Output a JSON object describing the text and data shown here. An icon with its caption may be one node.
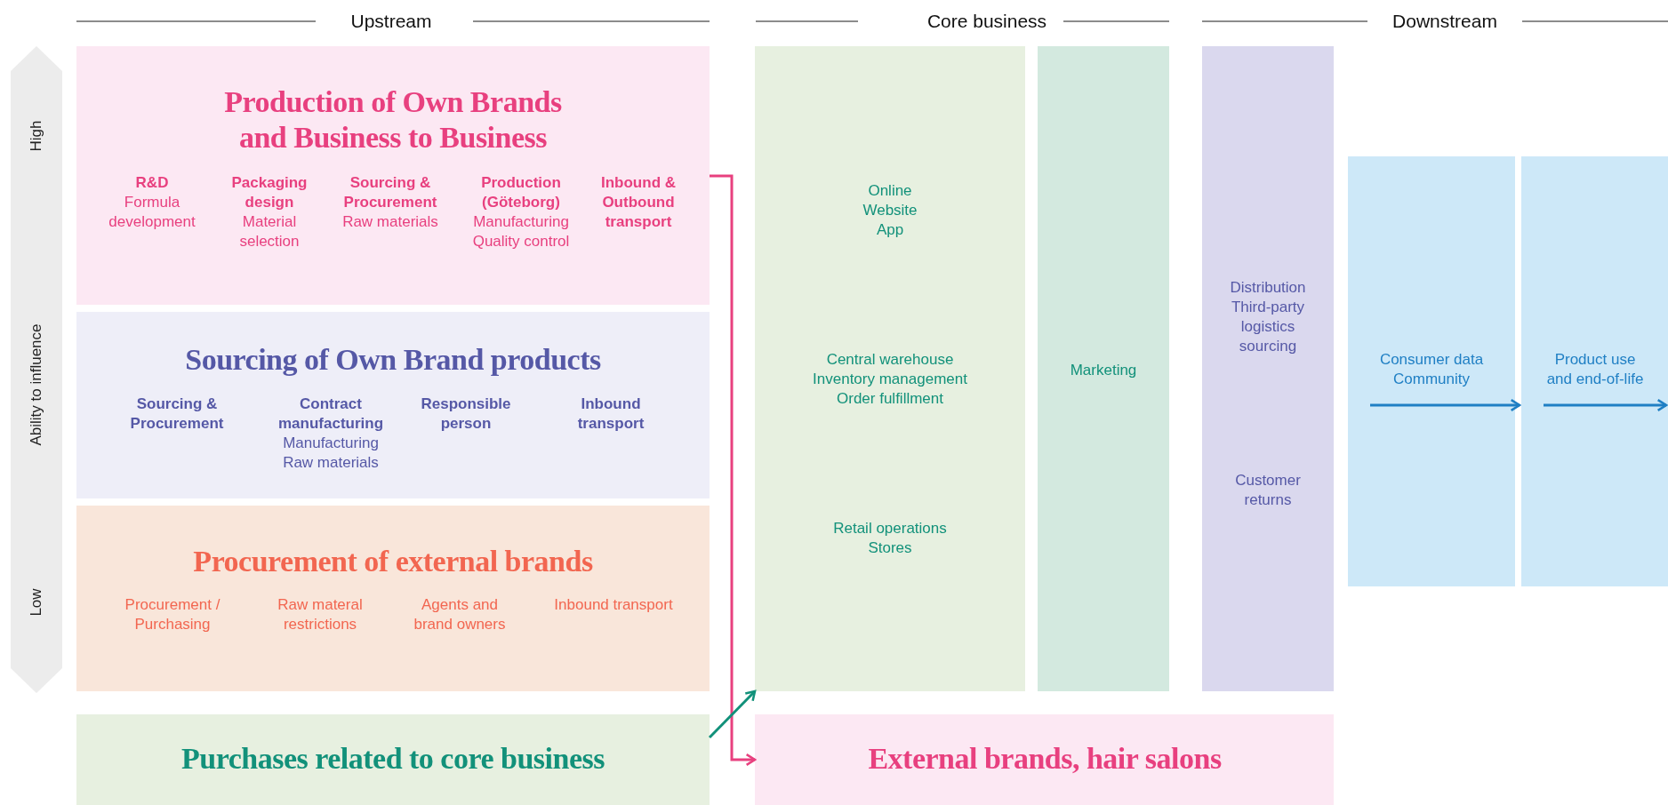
{
  "diagram": {
    "nodes": [
      {
        "text": [
          "High",
          "Ability to influence",
          "Low"
        ]
      },
      {
        "text": [
          "Production of Own Brands and Business to Business",
          "R&D",
          "Formula development",
          "Packaging design",
          "Material selection",
          "Sourcing & Procurement",
          "Raw materials",
          "Production (Göteborg)",
          "Manufacturing",
          "Quality control",
          "Inbound & Outbound transport"
        ]
      },
      {
        "text": [
          "Sourcing of Own Brand products",
          "Sourcing & Procurement",
          "Contract manufacturing",
          "Manufacturing",
          "Raw materials",
          "Responsible person",
          "Inbound transport"
        ]
      },
      {
        "text": [
          "Procurement of external brands",
          "Procurement / Purchasing",
          "Raw materal restrictions",
          "Agents and brand owners",
          "Inbound transport"
        ]
      },
      {
        "text": [
          "Purchases related to core business"
        ]
      },
      {
        "text": [
          "Online",
          "Website",
          "App",
          "Central warehouse",
          "Inventory management",
          "Order fulfillment",
          "Retail operations",
          "Stores"
        ]
      },
      {
        "text": [
          "Marketing"
        ]
      },
      {
        "text": [
          "Distribution",
          "Third-party logistics sourcing",
          "Customer returns"
        ]
      },
      {
        "text": [
          "Consumer data",
          "Community"
        ]
      },
      {
        "text": [
          "Product use and end-of-life"
        ]
      },
      {
        "text": [
          "External brands, hair salons"
        ]
      }
    ],
    "edges": [
      {
        "from": 1,
        "to": 10,
        "arrow": "to",
        "color": "#e8407f"
      },
      {
        "from": 4,
        "to": 5,
        "arrow": "to",
        "color": "#12917a"
      },
      {
        "from": 8,
        "to": 9,
        "arrow": "to",
        "color": "#1f7fc4"
      }
    ],
    "labels": [
      "Upstream",
      "Core business",
      "Downstream"
    ]
  }
}
